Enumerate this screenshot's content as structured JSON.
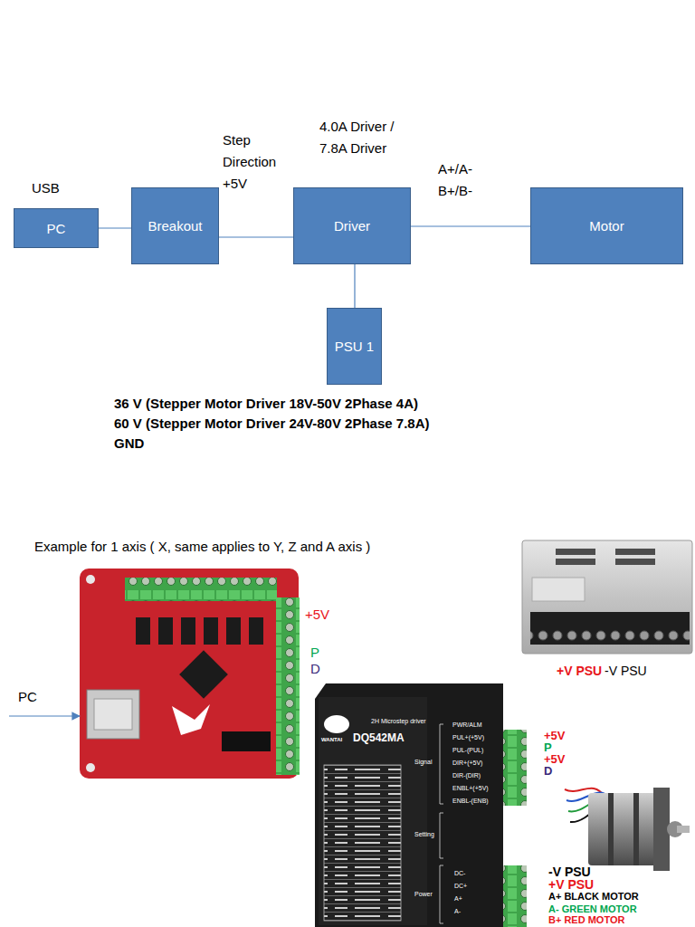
{
  "diagram": {
    "nodes": [
      {
        "text": [
          "PC"
        ]
      },
      {
        "text": [
          "Breakout"
        ]
      },
      {
        "text": [
          "Driver"
        ]
      },
      {
        "text": [
          "Motor"
        ]
      },
      {
        "text": [
          "PSU 1"
        ]
      }
    ],
    "edges": [
      {
        "from": 0,
        "to": 1,
        "arrow": "none",
        "label": "USB"
      },
      {
        "from": 1,
        "to": 2,
        "arrow": "none",
        "label": "Step Direction +5V"
      },
      {
        "from": 2,
        "to": 3,
        "arrow": "none",
        "label": "A+/A- B+/B-"
      },
      {
        "from": 2,
        "to": 4,
        "arrow": "none"
      }
    ],
    "labels": [
      "4.0A Driver / 7.8A Driver",
      "36 V (Stepper Motor Driver 18V-50V 2Phase 4A)",
      "60 V (Stepper Motor Driver 24V-80V 2Phase 7.8A)",
      "GND",
      "Example for 1 axis ( X, same applies to Y, Z and A axis )",
      "+5V",
      "P",
      "D",
      "PC",
      "+V PSU",
      "-V PSU",
      "+5V",
      "P",
      "+5V",
      "D",
      "-V PSU",
      "+V PSU",
      "A+ BLACK MOTOR",
      "A- GREEN MOTOR",
      "B+ RED MOTOR",
      "WANTAI",
      "2H Microstep driver",
      "DQ542MA",
      "PWR/ALM",
      "PUL+(+5V)",
      "PUL-(PUL)",
      "DIR+(+5V)",
      "DIR-(DIR)",
      "ENBL+(+5V)",
      "ENBL-(ENB)",
      "Signal",
      "Setting",
      "Power",
      "DC-",
      "DC+",
      "A+",
      "A-"
    ]
  }
}
